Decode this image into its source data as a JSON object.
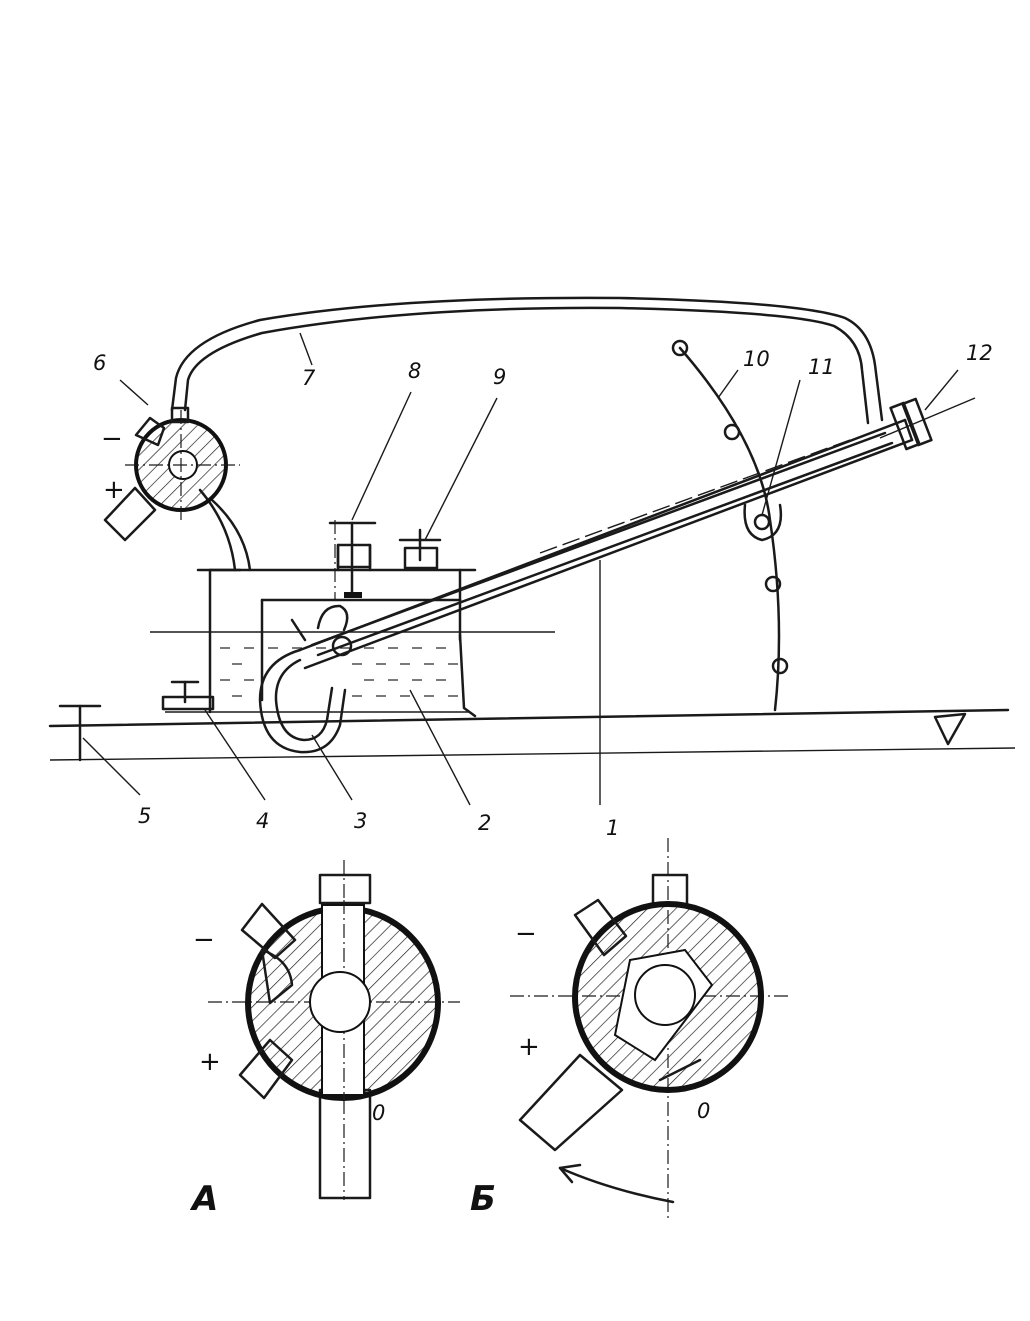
{
  "callouts": {
    "n1": "1",
    "n2": "2",
    "n3": "3",
    "n4": "4",
    "n5": "5",
    "n6": "6",
    "n7": "7",
    "n8": "8",
    "n9": "9",
    "n10": "10",
    "n11": "11",
    "n12": "12"
  },
  "signs": {
    "minus_main": "−",
    "plus_main": "+",
    "minus_a": "−",
    "plus_a": "+",
    "zero_a": "0",
    "minus_b": "−",
    "plus_b": "+",
    "zero_b": "0"
  },
  "views": {
    "a": "А",
    "b": "Б"
  },
  "colors": {
    "ink": "#1a1a1a",
    "paper": "#ffffff"
  }
}
